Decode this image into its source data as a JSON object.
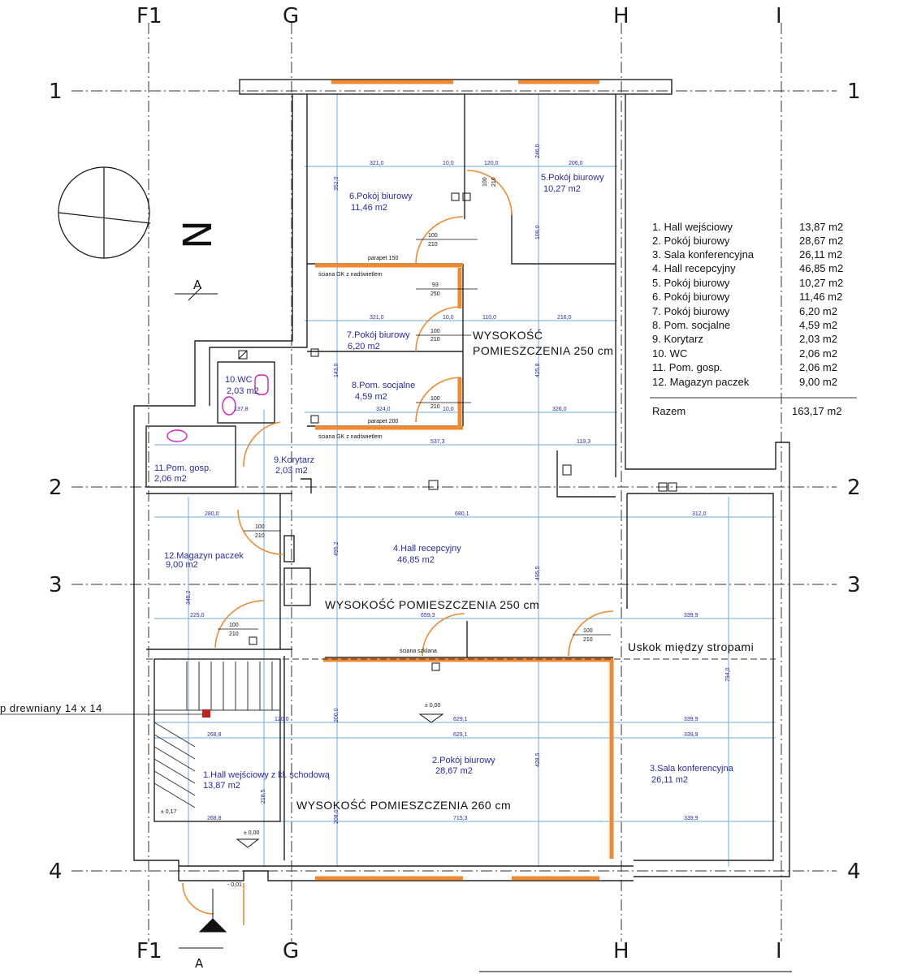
{
  "grid": {
    "columns": [
      "F1",
      "G",
      "H",
      "I"
    ],
    "rows": [
      "1",
      "2",
      "3",
      "4"
    ]
  },
  "north_label": "N",
  "section_mark": "A",
  "rooms": [
    {
      "id": "r6",
      "name": "6.Pokój biurowy",
      "area": "11,46 m2"
    },
    {
      "id": "r5",
      "name": "5.Pokój biurowy",
      "area": "10,27 m2"
    },
    {
      "id": "r7",
      "name": "7.Pokój biurowy",
      "area": "6,20 m2"
    },
    {
      "id": "r8",
      "name": "8.Pom. socjalne",
      "area": "4,59 m2"
    },
    {
      "id": "r10",
      "name": "10.WC",
      "area": "2,03 m2"
    },
    {
      "id": "r11",
      "name": "11.Pom. gosp.",
      "area": "2,06 m2"
    },
    {
      "id": "r9",
      "name": "9.Korytarz",
      "area": "2,03 m2"
    },
    {
      "id": "r12",
      "name": "12.Magazyn paczek",
      "area": "9,00 m2"
    },
    {
      "id": "r4",
      "name": "4.Hall recepcyjny",
      "area": "46,85 m2"
    },
    {
      "id": "r2",
      "name": "2.Pokój biurowy",
      "area": "28,67 m2"
    },
    {
      "id": "r3",
      "name": "3.Sala konferencyjna",
      "area": "26,11 m2"
    },
    {
      "id": "r1",
      "name": "1.Hall wejściowy z kl. schodową",
      "area": "13,87 m2"
    }
  ],
  "heights": {
    "top_line1": "WYSOKOŚĆ",
    "top_line2": "POMIESZCZENIA 250 cm",
    "middle": "WYSOKOŚĆ POMIESZCZENIA 250 cm",
    "bottom": "WYSOKOŚĆ POMIESZCZENIA 260 cm"
  },
  "notes": {
    "step": "Uskok między stropami",
    "post": "p drewniany 14 x 14",
    "parapet150": "parapet 150",
    "parapet200": "parapet 200",
    "gk1": "ściana GK z nadświetlem",
    "gk2": "ściana GK z nadświetlem",
    "glass": "ściana szklana",
    "level0": "± 0,00",
    "level0b": "± 0,00",
    "level0c": "± 0,17",
    "level_minus": "- 0,01"
  },
  "legend": {
    "items": [
      {
        "label": "1. Hall wejściowy",
        "value": "13,87 m2"
      },
      {
        "label": "2. Pokój biurowy",
        "value": "28,67 m2"
      },
      {
        "label": "3. Sala konferencyjna",
        "value": "26,11 m2"
      },
      {
        "label": "4. Hall recepcyjny",
        "value": "46,85 m2"
      },
      {
        "label": "5. Pokój biurowy",
        "value": "10,27 m2"
      },
      {
        "label": "6. Pokój biurowy",
        "value": "11,46 m2"
      },
      {
        "label": "7. Pokój biurowy",
        "value": "6,20 m2"
      },
      {
        "label": "8. Pom. socjalne",
        "value": "4,59 m2"
      },
      {
        "label": "9. Korytarz",
        "value": "2,03 m2"
      },
      {
        "label": "10. WC",
        "value": "2,06 m2"
      },
      {
        "label": "11. Pom. gosp.",
        "value": "2,06 m2"
      },
      {
        "label": "12. Magazyn paczek",
        "value": "9,00 m2"
      }
    ],
    "total_label": "Razem",
    "total_value": "163,17 m2"
  },
  "dimensions": {
    "d1": "321,0",
    "d2": "10,0",
    "d3": "120,0",
    "d4": "206,0",
    "d5": "246,0",
    "d6": "321,0",
    "d7": "110,0",
    "d8": "216,0",
    "d9": "324,0",
    "d10": "326,0",
    "d11": "537,3",
    "d12": "119,3",
    "d13": "280,0",
    "d14": "680,1",
    "d15": "312,0",
    "d16": "225,0",
    "d17": "659,3",
    "d18": "339,9",
    "d19": "629,1",
    "d20": "339,9",
    "d21": "268,8",
    "d22": "629,1",
    "d23": "339,9",
    "d24": "268,8",
    "d25": "715,3",
    "d26": "339,9",
    "d27": "137,8",
    "d28": "495,2",
    "d29": "495,5",
    "d30": "428,5",
    "d31": "794,0",
    "d32": "352,0",
    "d33": "109,0",
    "d34": "425,8",
    "d35": "143,0",
    "d36": "345,2",
    "d37": "218,5",
    "d38": "208,0",
    "d39": "200,0",
    "d40": "120,0"
  },
  "doors": {
    "o1": "100",
    "o1b": "210",
    "o2": "100",
    "o2b": "210",
    "o3": "100",
    "o3b": "210",
    "o4": "100",
    "o4b": "210",
    "o5": "100",
    "o5b": "210",
    "o6": "100",
    "o6b": "210",
    "o7": "100",
    "o7b": "210",
    "o8": "93",
    "o8b": "250",
    "o9": "100",
    "o9b": "210"
  }
}
